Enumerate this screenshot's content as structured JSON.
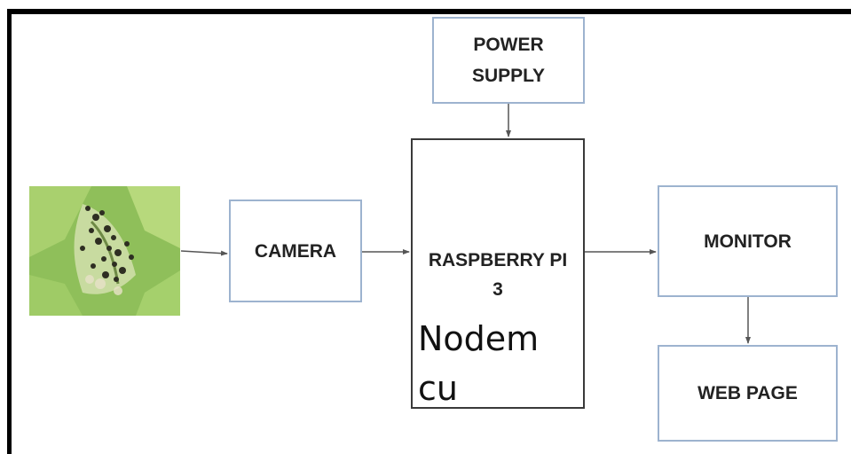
{
  "diagram": {
    "blocks": {
      "power_supply": "POWER\nSUPPLY",
      "camera": "CAMERA",
      "raspberry_pi": "RASPBERRY PI\n3",
      "raspberry_pi_note": "Nodem\ncu",
      "monitor": "MONITOR",
      "web_page": "WEB PAGE"
    },
    "input_image": "leaf-disease-photo",
    "connections": [
      {
        "from": "leaf-image",
        "to": "camera"
      },
      {
        "from": "camera",
        "to": "raspberry_pi"
      },
      {
        "from": "power_supply",
        "to": "raspberry_pi"
      },
      {
        "from": "raspberry_pi",
        "to": "monitor"
      },
      {
        "from": "monitor",
        "to": "web_page"
      }
    ],
    "colors": {
      "box_border": "#9db3cf",
      "frame": "#000000",
      "arrow": "#555555"
    }
  }
}
